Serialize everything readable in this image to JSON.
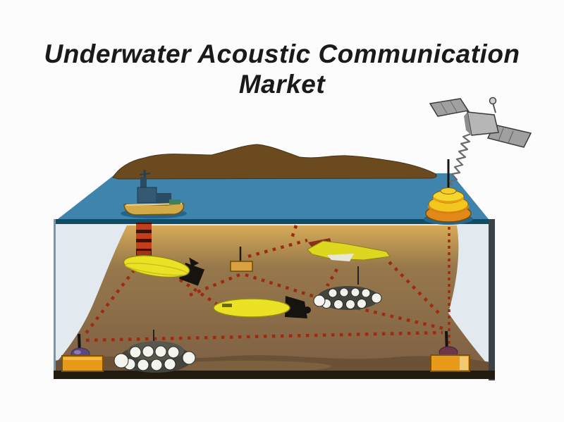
{
  "title": {
    "line1": "Underwater Acoustic Communication",
    "line2": "Market"
  },
  "scene": {
    "id": "underwater-acoustic-communication-network-illustration",
    "components": [
      {
        "id": "satellite",
        "label": "Satellite"
      },
      {
        "id": "satellite-link-coil",
        "label": "Satellite-to-buoy coiled link"
      },
      {
        "id": "surface-buoy",
        "label": "Surface gateway buoy"
      },
      {
        "id": "buoy-mooring-line",
        "label": "Buoy mooring / acoustic riser (red dotted)"
      },
      {
        "id": "surface-ship",
        "label": "Surface support ship"
      },
      {
        "id": "ship-tether",
        "label": "Ship-to-seafloor link (red ladder dashes)"
      },
      {
        "id": "shoreline-landmass",
        "label": "Shoreline landmass"
      },
      {
        "id": "water-surface",
        "label": "Sea surface"
      },
      {
        "id": "water-column",
        "label": "Water column (cutaway front face)"
      },
      {
        "id": "seafloor",
        "label": "Seafloor"
      },
      {
        "id": "auv-torpedo-left",
        "label": "Torpedo AUV (left)"
      },
      {
        "id": "auv-torpedo-center",
        "label": "Torpedo AUV (center)"
      },
      {
        "id": "underwater-glider",
        "label": "Underwater glider"
      },
      {
        "id": "seabed-sensor-cluster-left",
        "label": "Seabed sensor cluster (front left)"
      },
      {
        "id": "seabed-sensor-cluster-right",
        "label": "Seabed sensor cluster (center right)"
      },
      {
        "id": "seabed-node-left",
        "label": "Seabed anchor node (left)"
      },
      {
        "id": "seabed-node-right",
        "label": "Seabed anchor node (right)"
      },
      {
        "id": "seabed-node-mid",
        "label": "Seabed modem node (middle)"
      },
      {
        "id": "acoustic-link-network",
        "label": "Acoustic communication links (red dotted mesh)"
      }
    ]
  },
  "colors": {
    "background": "#fcfcfc",
    "title_text": "#1a1a1a",
    "water_surface": "#3e84ad",
    "water_edge": "#0f4c66",
    "water_front": "#e3eaef",
    "seafloor_sand": "#d7aa57",
    "seafloor_mid": "#97784c",
    "seafloor_brown": "#7d6044",
    "seafloor_front": "#6b5236",
    "landmass": "#6b4a20",
    "acoustic_link": "#9e2a10",
    "ladder_red": "#c23f1c",
    "auv_yellow": "#ebe226",
    "glider_yellow": "#ded71f",
    "auv_tail": "#17140f",
    "sensor_white": "#f4f4ee",
    "sensor_dark": "#44433c",
    "node_orange": "#e89a1a",
    "buoy_yellow": "#f2c51f",
    "buoy_orange": "#e2891c",
    "ship_hull": "#d2ab48",
    "ship_cabin": "#335a72",
    "satellite_gray": "#a0a0a0",
    "box_right_border": "#3b4248",
    "box_bottom_border": "#231a10"
  }
}
